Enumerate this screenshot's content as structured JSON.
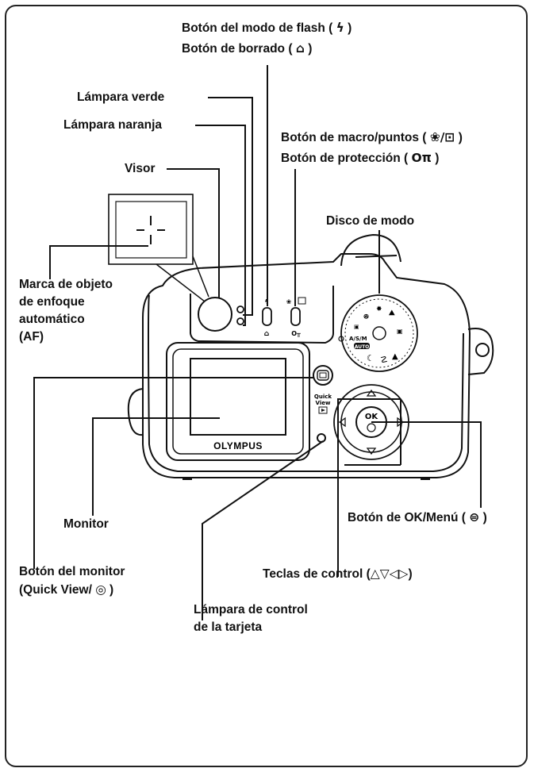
{
  "labels": {
    "flash_mode_button": "Botón del modo de flash (",
    "flash_glyph": "ϟ",
    "flash_close": ")",
    "erase_button": "Botón de borrado (",
    "erase_glyph": "⌂",
    "erase_close": ")",
    "green_lamp": "Lámpara verde",
    "orange_lamp": "Lámpara naranja",
    "macro_button": "Botón de macro/puntos (",
    "macro_glyph": "❀/⊡",
    "macro_close": ")",
    "protect_button": "Botón de protección (",
    "protect_glyph": "Oπ",
    "protect_close": ")",
    "viewfinder": "Visor",
    "mode_dial": "Disco de modo",
    "af_mark_line1": "Marca de objeto",
    "af_mark_line2": "de enfoque",
    "af_mark_line3": "automático",
    "af_mark_line4": "(AF)",
    "monitor": "Monitor",
    "ok_menu_button": "Botón de OK/Menú (",
    "ok_menu_glyph": "⊜",
    "ok_menu_close": ")",
    "monitor_button_line1": "Botón del monitor",
    "monitor_button_line2": "(Quick View/",
    "monitor_button_glyph": "◎",
    "monitor_button_close": ")",
    "control_keys": "Teclas de control (△▽◁▷)",
    "card_lamp_line1": "Lámpara de control",
    "card_lamp_line2": "de la tarjeta"
  },
  "camera": {
    "brand": "OLYMPUS",
    "quick_line1": "Quick",
    "quick_line2": "View",
    "ok_text": "OK",
    "dial_mode": "A/S/M",
    "dial_auto": "AUTO"
  }
}
